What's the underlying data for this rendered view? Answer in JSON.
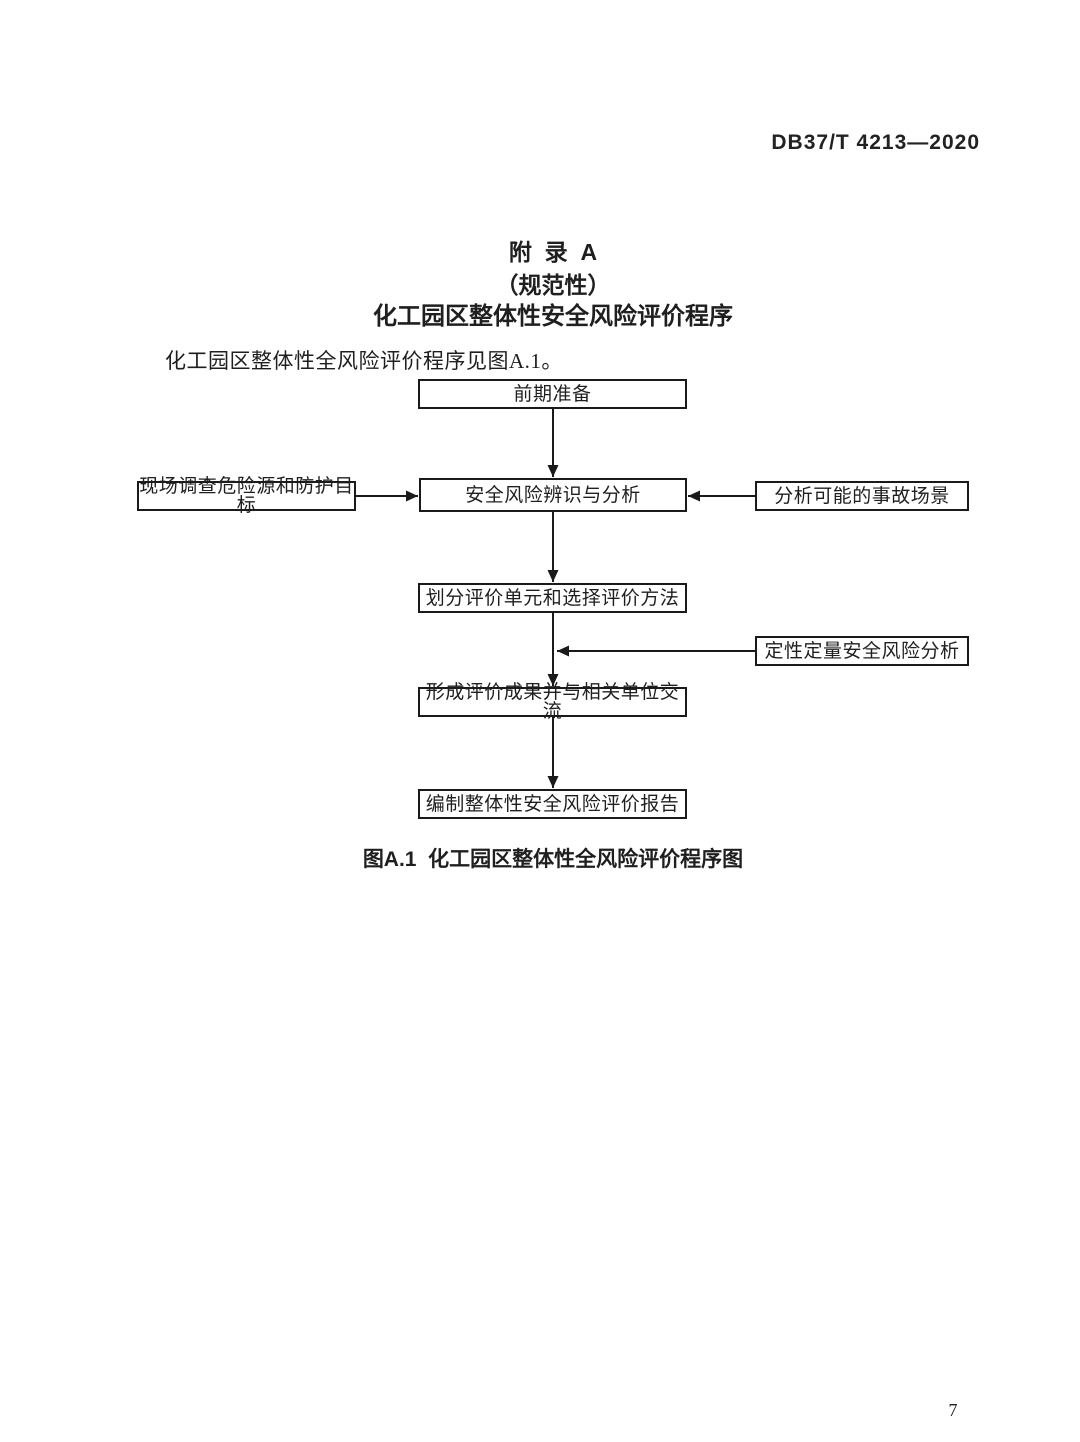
{
  "page": {
    "header": "DB37/T 4213—2020",
    "page_number": "7"
  },
  "appendix": {
    "title_line1": "附  录  A",
    "title_line2": "（规范性）",
    "title_line3": "化工园区整体性安全风险评价程序",
    "intro": "化工园区整体性全风险评价程序见图A.1。",
    "figure_caption": "图A.1  化工园区整体性全风险评价程序图"
  },
  "flowchart": {
    "nodes": {
      "prep": "前期准备",
      "survey": "现场调查危险源和防护目标",
      "identify": "安全风险辨识与分析",
      "scenario": "分析可能的事故场景",
      "divide": "划分评价单元和选择评价方法",
      "qualquant": "定性定量安全风险分析",
      "results": "形成评价成果并与相关单位交流",
      "report": "编制整体性安全风险评价报告"
    }
  }
}
